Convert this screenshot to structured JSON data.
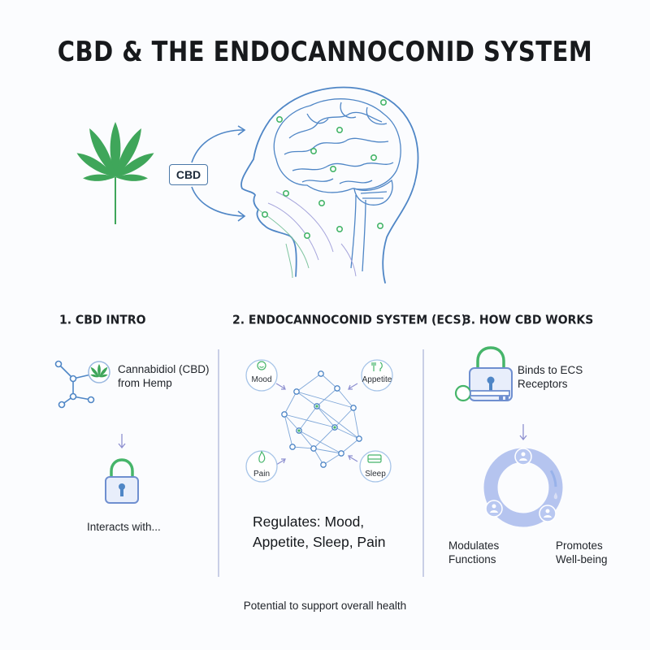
{
  "title": "CBD & THE ENDOCANNOCONID SYSTEM",
  "hero": {
    "cbd_label": "CBD"
  },
  "sections": [
    {
      "heading": "1. CBD INTRO"
    },
    {
      "heading": "2. ENDOCANNOCONID SYSTEM (ECS)"
    },
    {
      "heading": "3. HOW CBD WORKS"
    }
  ],
  "intro": {
    "source_line1": "Cannabidiol (CBD)",
    "source_line2": "from Hemp",
    "interacts": "Interacts with..."
  },
  "ecs": {
    "nodes": [
      "Mood",
      "Appetite",
      "Pain",
      "Sleep"
    ],
    "regulates_line1": "Regulates: Mood,",
    "regulates_line2": "Appetite, Sleep, Pain"
  },
  "works": {
    "binds_line1": "Binds to ECS",
    "binds_line2": "Receptors",
    "modulates_line1": "Modulates",
    "modulates_line2": "Functions",
    "promotes_line1": "Promotes",
    "promotes_line2": "Well-being"
  },
  "footer": "Potential to support overall health",
  "colors": {
    "leaf": "#3fa65a",
    "line_blue": "#4f86c6",
    "neural_green": "#46b56a",
    "purple": "#a7a6dc",
    "cycle": "#b5c4ef"
  }
}
